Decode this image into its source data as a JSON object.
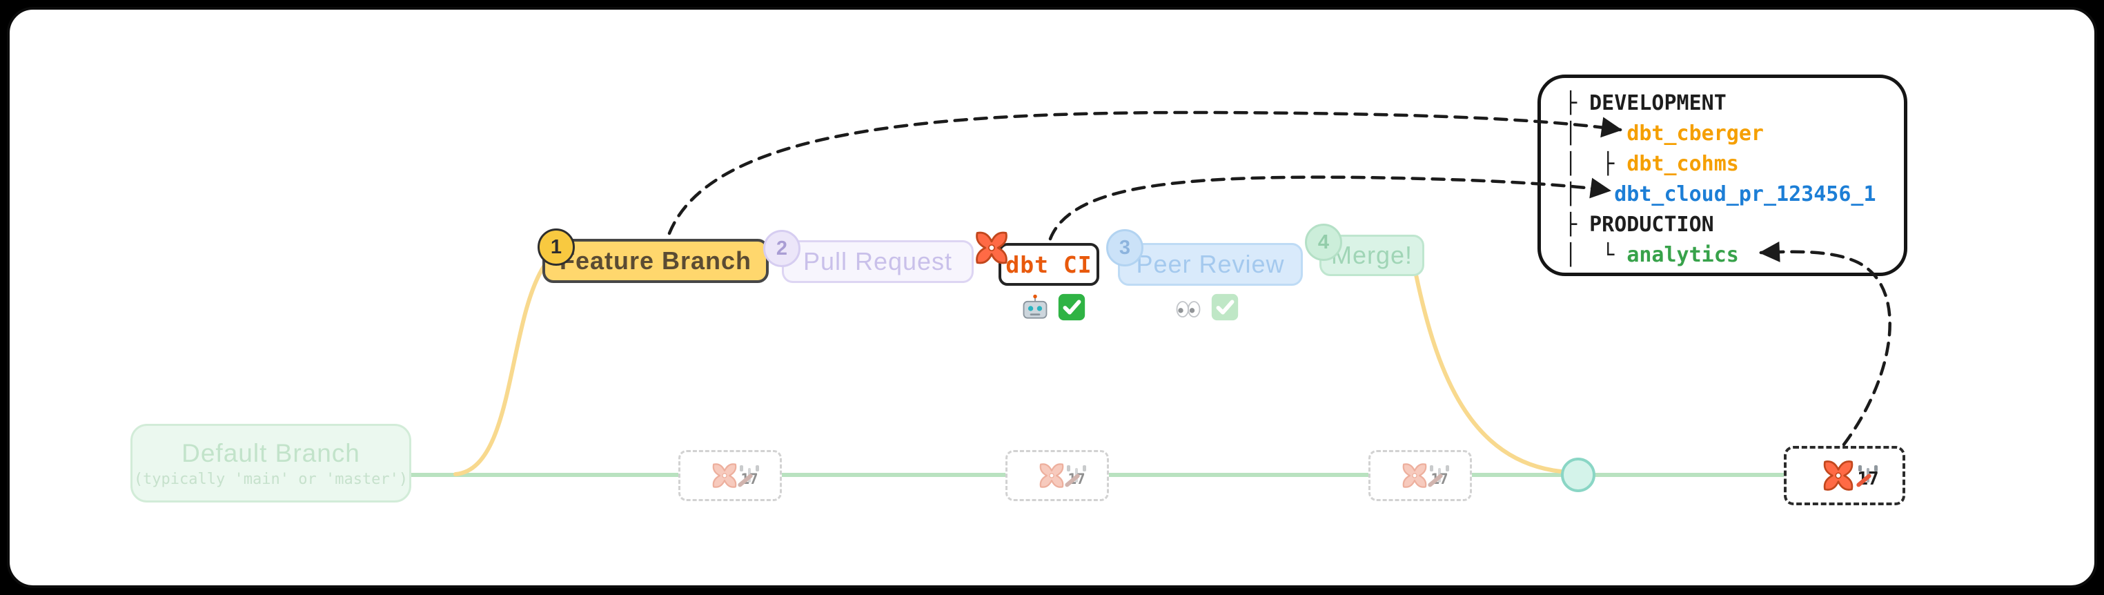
{
  "palette": {
    "background": "#000000",
    "card": "#ffffff",
    "feature_branch_fill": "#ffd76d",
    "dbt_orange": "#ff6a45",
    "dbt_ci_text": "#e8590c",
    "main_line_green": "#b9e2c0",
    "branch_line_yellow": "#f8d98e",
    "merge_dot_teal": "#8ad6c5",
    "dev_env_color": "#f59f00",
    "pr_env_color": "#1c7ed6",
    "prod_env_color": "#37a24a"
  },
  "workflow": {
    "steps": [
      {
        "badge": "1",
        "label": "Feature Branch"
      },
      {
        "badge": "2",
        "label": "Pull Request"
      },
      {
        "badge": "",
        "label": "dbt CI"
      },
      {
        "badge": "3",
        "label": "Peer Review"
      },
      {
        "badge": "4",
        "label": "Merge!"
      }
    ]
  },
  "default_branch": {
    "title": "Default Branch",
    "subtitle": "(typically 'main' or 'master')"
  },
  "environments_panel": {
    "rows": [
      {
        "prefix": "├ ",
        "label": "DEVELOPMENT",
        "color": "#1d1d1d"
      },
      {
        "prefix": "│    ",
        "label": "dbt_cberger",
        "color": "#f59f00"
      },
      {
        "prefix": "│  ├ ",
        "label": "dbt_cohms",
        "color": "#f59f00"
      },
      {
        "prefix": "│   ",
        "label": "dbt_cloud_pr_123456_1",
        "color": "#1c7ed6"
      },
      {
        "prefix": "├ ",
        "label": "PRODUCTION",
        "color": "#1d1d1d"
      },
      {
        "prefix": "│  └ ",
        "label": "analytics",
        "color": "#37a24a"
      }
    ]
  },
  "scheduled_run": {
    "calendar_day": "17"
  },
  "icons": {
    "dbt_logo": "dbt-logo-icon",
    "calendar": "calendar-icon",
    "robot": "robot-icon",
    "check": "check-icon",
    "eyes": "eyes-icon"
  }
}
